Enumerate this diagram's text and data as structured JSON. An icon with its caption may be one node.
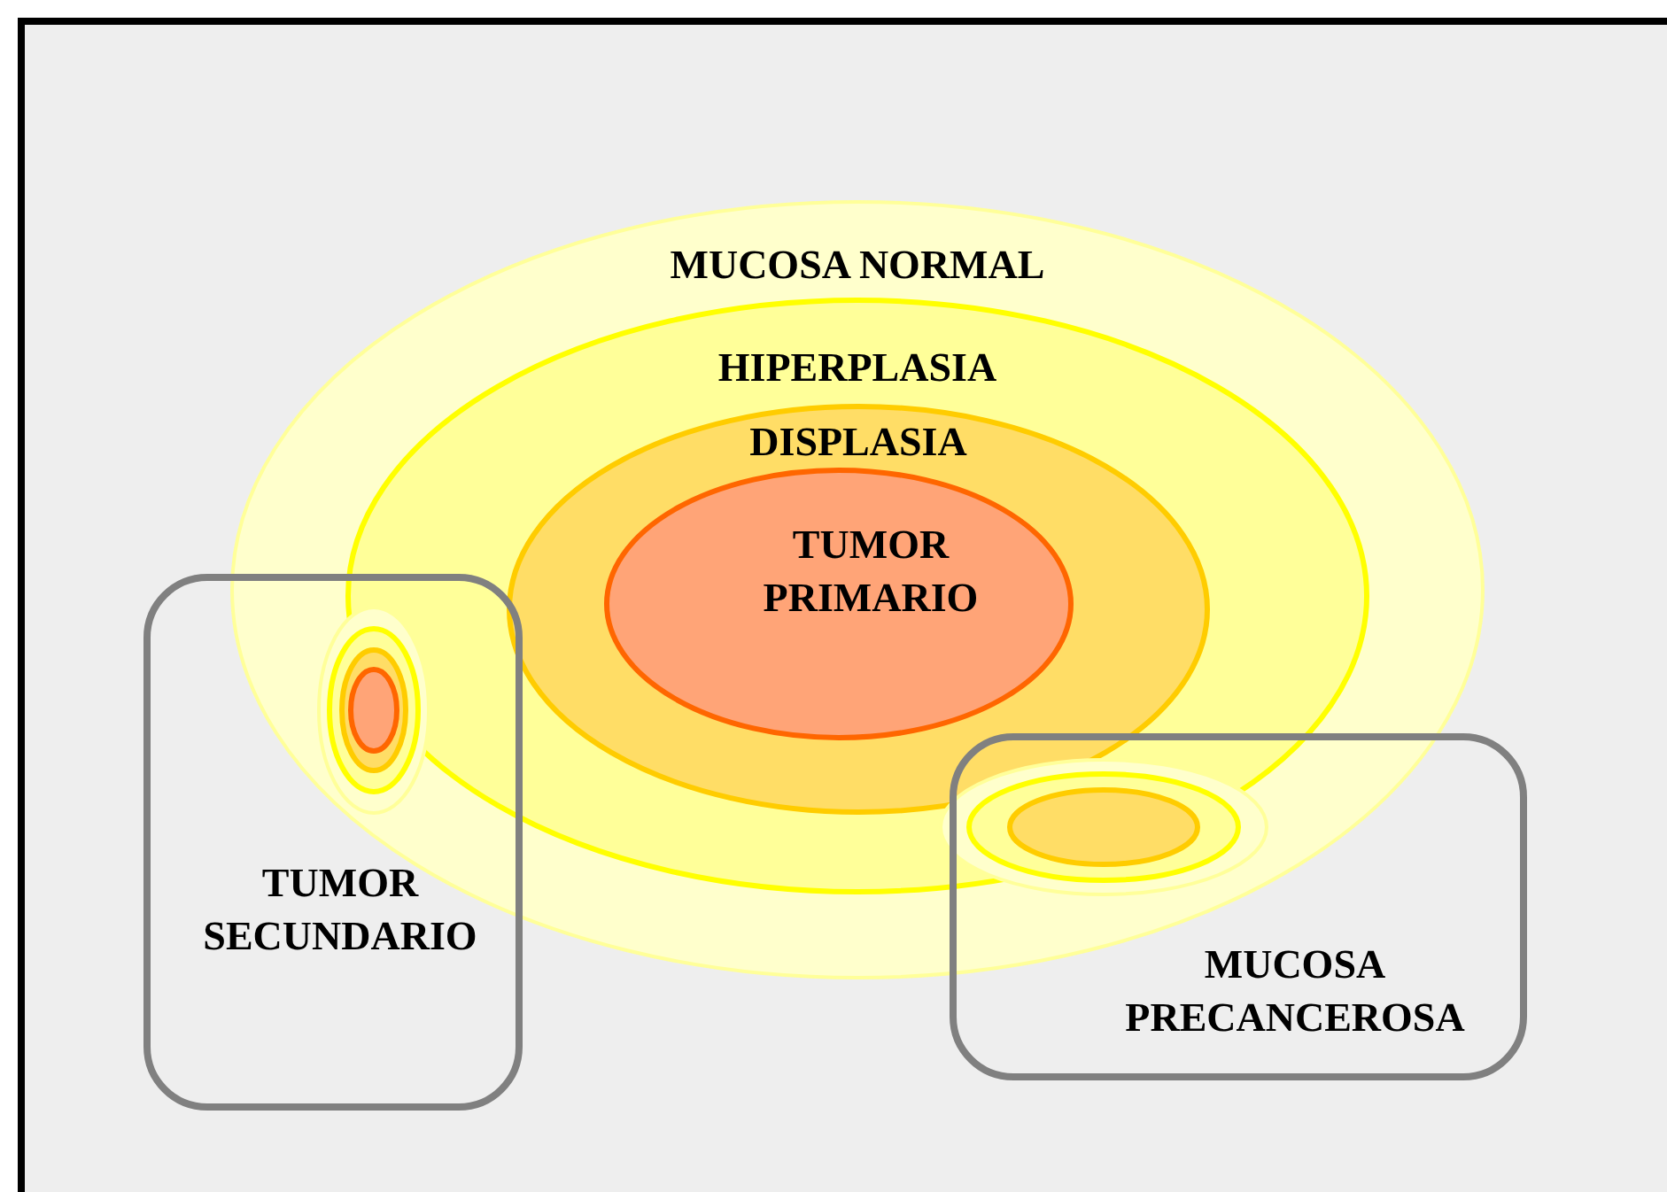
{
  "diagram": {
    "nodes": [
      {
        "text": [
          "MUCOSA NORMAL"
        ]
      },
      {
        "text": [
          "HIPERPLASIA"
        ],
        "in": 0
      },
      {
        "text": [
          "DISPLASIA"
        ],
        "in": 1
      },
      {
        "text": [
          "TUMOR PRIMARIO"
        ],
        "in": 2
      },
      {
        "text": [
          "TUMOR SECUNDARIO"
        ]
      },
      {
        "text": [
          "MUCOSA PRECANCEROSA"
        ]
      }
    ]
  }
}
